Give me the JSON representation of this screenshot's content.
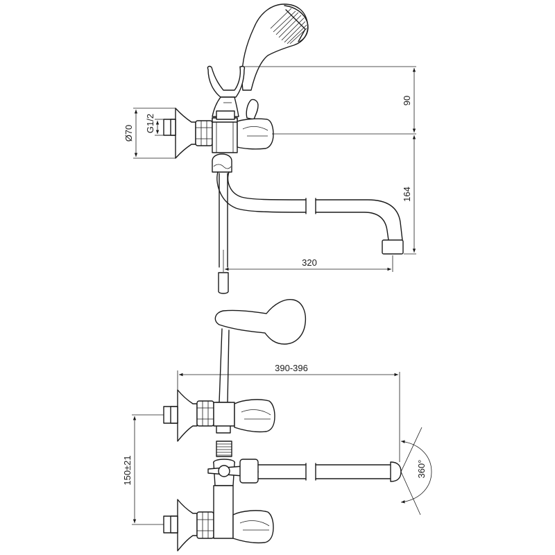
{
  "dimensions": {
    "diameter": "Ø70",
    "thread": "G1/2",
    "height_top": "90",
    "height_spout": "164",
    "spout_length": "320",
    "overall_width": "390-396",
    "centers": "150±21",
    "rotation": "360°"
  },
  "colors": {
    "line": "#1a1a1a",
    "background": "#ffffff"
  }
}
